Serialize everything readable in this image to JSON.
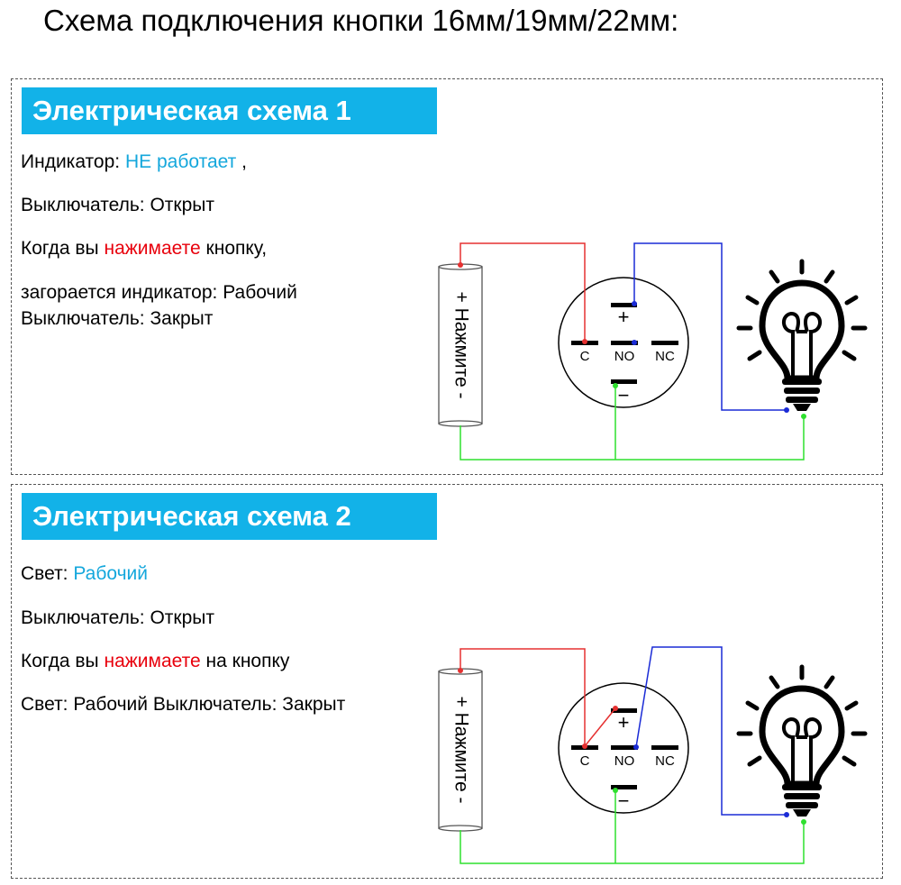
{
  "title": "Схема подключения кнопки 16мм/19мм/22мм:",
  "diagram1": {
    "heading": "Электрическая схема 1",
    "line1_label": "Индикатор: ",
    "line1_value": "НЕ работает",
    "line1_tail": " ,",
    "line2": "Выключатель: Открыт",
    "line3_pre": "Когда вы ",
    "line3_emph": "нажимаете",
    "line3_post": " кнопку,",
    "line4": "загорается индикатор: Рабочий",
    "line5": "Выключатель: Закрыт"
  },
  "diagram2": {
    "heading": "Электрическая схема 2",
    "line1_label": "Свет: ",
    "line1_value": "Рабочий",
    "line2": "Выключатель: Открыт",
    "line3_pre": "Когда вы ",
    "line3_emph": "нажимаете",
    "line3_post": " на кнопку",
    "line4": "Свет: Рабочий Выключатель: Закрыт"
  },
  "battery_label": "+ Нажмите -",
  "terminals": {
    "c": "C",
    "no": "NO",
    "nc": "NC",
    "plus": "+",
    "minus": "−"
  },
  "icons": {
    "battery": "battery-icon",
    "bulb": "light-bulb-icon",
    "switch": "push-button-switch-icon"
  },
  "colors": {
    "accent": "#12b2e8",
    "emphasis": "#e8000c",
    "status": "#14a7dc",
    "wire_red": "#e53030",
    "wire_blue": "#1a2bd6",
    "wire_green": "#2ee02e"
  }
}
